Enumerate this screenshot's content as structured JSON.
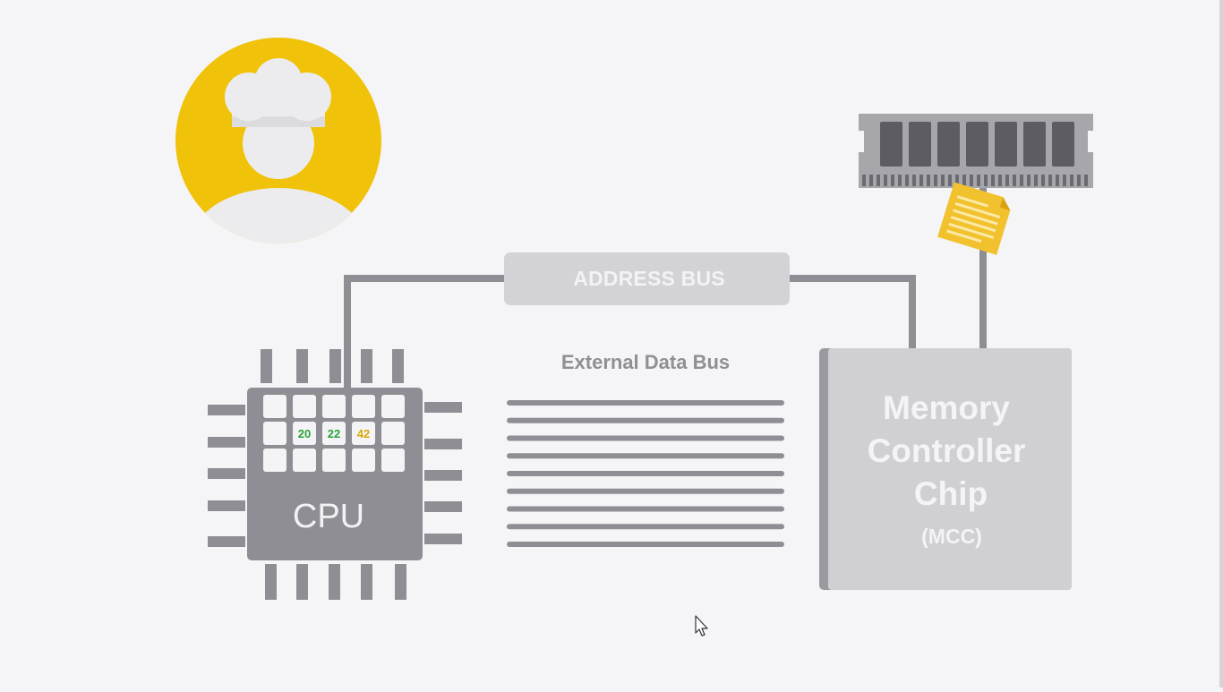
{
  "diagram": {
    "address_bus": {
      "label": "ADDRESS BUS"
    },
    "external_data_bus": {
      "label": "External Data Bus",
      "line_count": 9
    },
    "cpu": {
      "label": "CPU",
      "registers": [
        {
          "value": "20",
          "color": "#27a33a"
        },
        {
          "value": "22",
          "color": "#27a33a"
        },
        {
          "value": "42",
          "color": "#d9a900"
        }
      ]
    },
    "mcc": {
      "title_lines": [
        "Memory",
        "Controller",
        "Chip"
      ],
      "abbreviation": "(MCC)"
    },
    "ram": {
      "chip_count": 7
    },
    "avatar": {
      "icon": "chef-icon",
      "color": "#f0c20a"
    },
    "document": {
      "icon": "document-icon",
      "color": "#f2c12e"
    }
  },
  "colors": {
    "background": "#f5f5f7",
    "wire": "#8e8e94",
    "cpu_body": "#8e8e94",
    "bus_box": "#d3d3d7",
    "mcc_body": "#d0d0d4",
    "accent_yellow": "#f0c20a"
  }
}
